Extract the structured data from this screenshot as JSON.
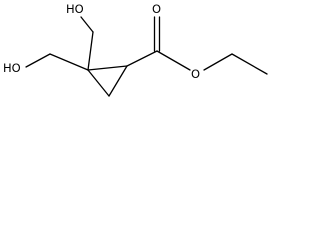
{
  "molecule": {
    "atom_labels": {
      "hydroxyl_top": "HO",
      "hydroxyl_left": "HO",
      "carbonyl_oxygen": "O",
      "ester_oxygen": "O"
    },
    "colors": {
      "bond": "#000000",
      "text": "#000000",
      "background": "#ffffff"
    }
  }
}
